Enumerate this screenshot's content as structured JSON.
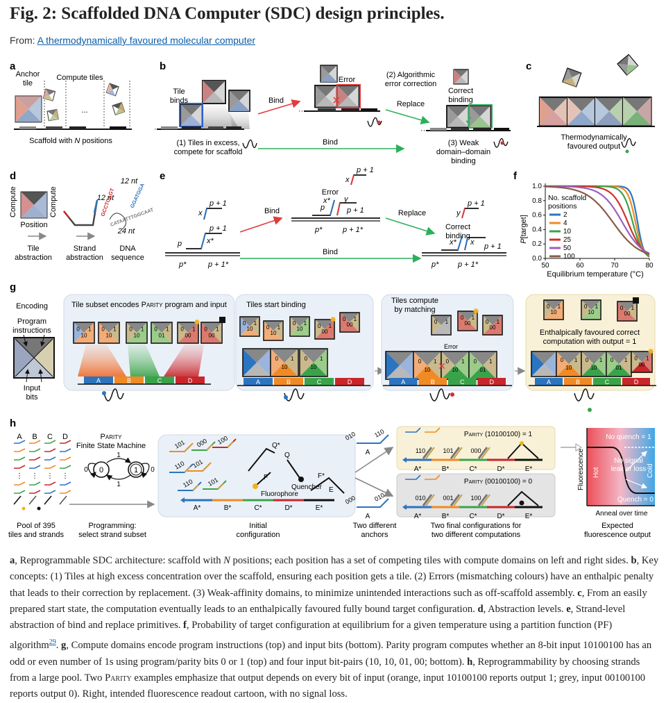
{
  "header": {
    "title": "Fig. 2: Scaffolded DNA Computer (SDC) design principles.",
    "from_label": "From:",
    "from_link": "A thermodynamically favoured molecular computer"
  },
  "panels": {
    "a": {
      "letter": "a",
      "anchor_line1": "Anchor",
      "anchor_line2": "tile",
      "compute_tiles": "Compute tiles",
      "ellipsis": "...",
      "scaffold_prefix": "Scaffold with ",
      "scaffold_n": "N",
      "scaffold_suffix": " positions"
    },
    "b": {
      "letter": "b",
      "tile_binds_1": "Tile",
      "tile_binds_2": "binds",
      "bind1": "Bind",
      "error": "Error",
      "algo_1": "(2) Algorithmic",
      "algo_2": "error correction",
      "replace": "Replace",
      "correct_1": "Correct",
      "correct_2": "binding",
      "tiles_excess_1": "(1) Tiles in excess,",
      "tiles_excess_2": "compete for scaffold",
      "bind2": "Bind",
      "weak_1": "(3) Weak",
      "weak_2": "domain–domain",
      "weak_3": "binding"
    },
    "c": {
      "letter": "c",
      "thermo_1": "Thermodynamically",
      "thermo_2": "favoured output"
    },
    "d": {
      "letter": "d",
      "compute_left": "Compute",
      "compute_right": "Compute",
      "position": "Position",
      "nt_12a": "12 nt",
      "nt_12b": "12 nt",
      "nt_24": "24 nt",
      "tile_abs_1": "Tile",
      "tile_abs_2": "abstraction",
      "strand_abs_1": "Strand",
      "strand_abs_2": "abstraction",
      "dna_1": "DNA",
      "dna_2": "sequence",
      "seq_red": "GCCTCAGT",
      "seq_blue": "GGATGGA",
      "seq_grey": "CATAATTTGGCAAT"
    },
    "e": {
      "letter": "e",
      "x": "x",
      "p1": "p + 1",
      "p": "p",
      "xs": "x*",
      "ps": "p*",
      "p1s": "p + 1*",
      "y": "y",
      "bind": "Bind",
      "error": "Error",
      "replace": "Replace",
      "correct_1": "Correct",
      "correct_2": "binding",
      "bind2": "Bind"
    },
    "f": {
      "letter": "f",
      "legend_title_1": "No. scaffold",
      "legend_title_2": "positions",
      "ylabel_p": "P",
      "ylabel_rest": "[target]",
      "xlabel": "Equilibrium temperature (°C)"
    },
    "g": {
      "letter": "g",
      "encoding": "Encoding",
      "program_1": "Program",
      "program_2": "instructions",
      "input_1": "Input",
      "input_2": "bits",
      "box1_title_a": "Tile subset encodes ",
      "box1_title_parity": "Parity",
      "box1_title_b": " program and input",
      "box2_title": "Tiles start binding",
      "box3_title_1": "Tiles compute",
      "box3_title_2": "by matching",
      "box3_error": "Error",
      "box4_title_1": "Enthalpically favoured correct",
      "box4_title_2": "computation with output = 1",
      "labels": [
        "A",
        "B",
        "C",
        "D"
      ],
      "top_bits": [
        "0",
        "1",
        "0",
        "1",
        "0",
        "1",
        "0",
        "1"
      ],
      "input_bits": [
        "10",
        "10",
        "01",
        "00"
      ]
    },
    "h": {
      "letter": "h",
      "pool_cols": [
        "A",
        "B",
        "C",
        "D"
      ],
      "pool_1": "Pool of 395",
      "pool_2": "tiles and strands",
      "fsm_1": "Parity",
      "fsm_2": "Finite State Machine",
      "state0": "0",
      "state1": "1",
      "trans_top": "1",
      "trans_mid": "1",
      "self0": "0",
      "self1": "0",
      "prog_1": "Programming:",
      "prog_2": "select strand subset",
      "q_star": "Q*",
      "q": "Q",
      "quencher": "Quencher",
      "f": "F",
      "f_star": "F*",
      "fluorophore": "Fluorophore",
      "e": "E",
      "scaffold_labels": [
        "A*",
        "B*",
        "C*",
        "D*",
        "E*"
      ],
      "init_1": "Initial",
      "init_2": "configuration",
      "strand_labels": [
        "101",
        "000",
        "100",
        "110",
        "101",
        "110",
        "101"
      ],
      "anchor_010": "010",
      "anchor_110": "110",
      "anchor_a1": "A",
      "anchor_000": "000",
      "anchor_010b": "010",
      "anchor_a2": "A",
      "two_anchors_1": "Two different",
      "two_anchors_2": "anchors",
      "parity1_label": "Parity",
      "parity1_value": " (10100100) = 1",
      "parity2_label": "Parity",
      "parity2_value": " (00100100) = 0",
      "top_strands": [
        "110",
        "101",
        "000"
      ],
      "bot_strands": [
        "010",
        "001",
        "100"
      ],
      "final_1": "Two final configurations for",
      "final_2": "two different computations",
      "no_quench": "No quench = 1",
      "no_signal_1": "No signal",
      "no_signal_2": "leak or loss",
      "quench": "Quench = 0",
      "hot": "Hot",
      "cold": "Cold",
      "fluorescence": "Fluorescence",
      "anneal": "Anneal over time",
      "expected_1": "Expected",
      "expected_2": "fluorescence output"
    }
  },
  "chart_data": {
    "type": "line",
    "title": "",
    "xlabel": "Equilibrium temperature (°C)",
    "ylabel": "P[target]",
    "xlim": [
      50,
      80
    ],
    "ylim": [
      0,
      1
    ],
    "xticks": [
      50,
      60,
      70,
      80
    ],
    "yticks": [
      0,
      0.2,
      0.4,
      0.6,
      0.8,
      1.0
    ],
    "legend_title": "No. scaffold positions",
    "series": [
      {
        "name": "2",
        "color": "#2b74c0",
        "midpoint": 76.6,
        "width": 0.9
      },
      {
        "name": "4",
        "color": "#f08a24",
        "midpoint": 76.0,
        "width": 1.1
      },
      {
        "name": "10",
        "color": "#3aa34a",
        "midpoint": 75.2,
        "width": 1.4
      },
      {
        "name": "25",
        "color": "#d0302b",
        "midpoint": 73.8,
        "width": 2.2
      },
      {
        "name": "50",
        "color": "#9a5fc0",
        "midpoint": 72.2,
        "width": 3.0
      },
      {
        "name": "100",
        "color": "#8a5a44",
        "midpoint": 69.5,
        "width": 3.8
      }
    ]
  },
  "caption": {
    "a_letter": "a",
    "a_text_1": ", Reprogrammable SDC architecture: scaffold with ",
    "a_n": "N",
    "a_text_2": " positions; each position has a set of competing tiles with compute domains on left and right sides. ",
    "b_letter": "b",
    "b_text": ", Key concepts: (1) Tiles at high excess concentration over the scaffold, ensuring each position gets a tile. (2) Errors (mismatching colours) have an enthalpic penalty that leads to their correction by replacement. (3) Weak-affinity domains, to minimize unintended interactions such as off-scaffold assembly. ",
    "c_letter": "c",
    "c_text": ", From an easily prepared start state, the computation eventually leads to an enthalpically favoured fully bound target configuration. ",
    "d_letter": "d",
    "d_text": ", Abstraction levels. ",
    "e_letter": "e",
    "e_text": ", Strand-level abstraction of bind and replace primitives. ",
    "f_letter": "f",
    "f_text_1": ", Probability of target configuration at equilibrium for a given temperature using a partition function (PF) algorithm",
    "f_ref": "29",
    "f_text_2": ". ",
    "g_letter": "g",
    "g_text_1": ", Compute domains encode program instructions (top) and input bits (bottom). Parity program computes whether an 8-bit input 10100100 has an odd or even number of 1s using program/parity bits 0 or 1 (top) and four input bit-pairs (10, 10, 01, 00; bottom). ",
    "h_letter": "h",
    "h_text_1": ", Reprogrammability by choosing strands from a large pool. Two ",
    "h_parity": "Parity",
    "h_text_2": " examples emphasize that output depends on every bit of input (orange, input 10100100 reports output 1; grey, input 00100100 reports output 0). Right, intended fluorescence readout cartoon, with no signal loss."
  }
}
